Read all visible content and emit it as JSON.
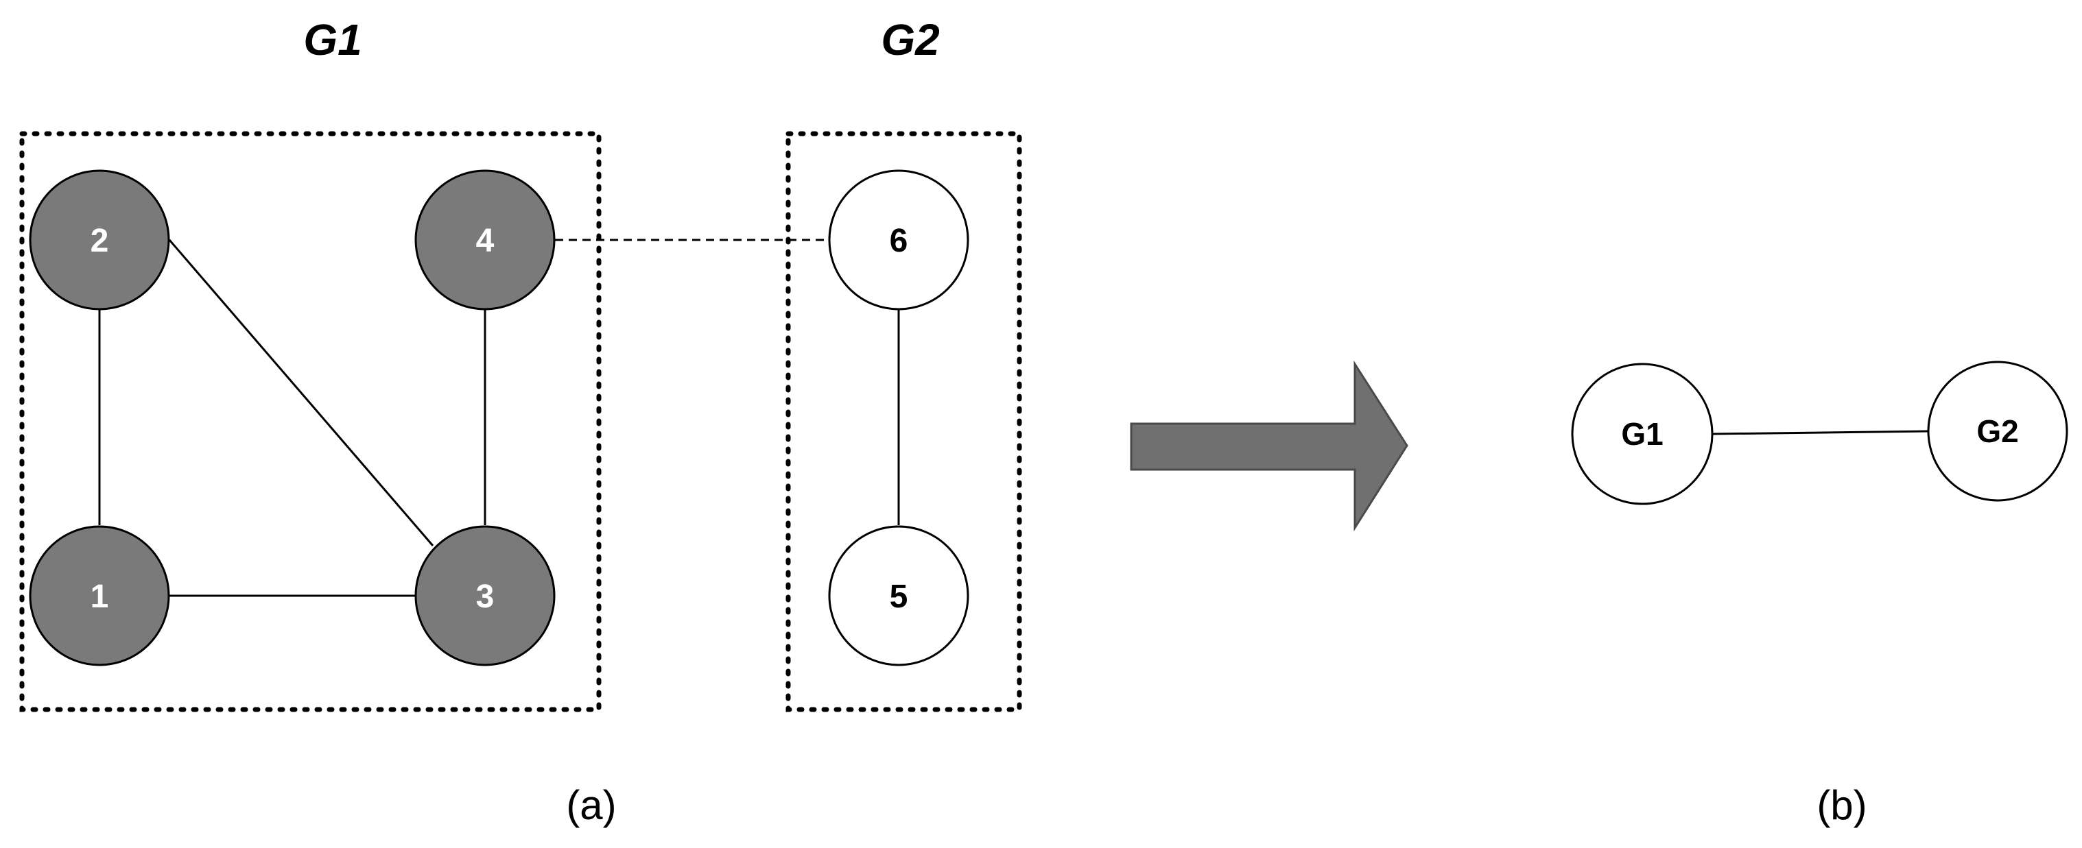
{
  "colors": {
    "shaded_node": "#7a7a7a",
    "plain_node": "#ffffff",
    "stroke": "#000000",
    "shaded_text": "#ffffff",
    "plain_text": "#000000",
    "arrow": "#707070"
  },
  "panel_a": {
    "label": "(a)",
    "groups": [
      {
        "id": "g1",
        "title": "G1"
      },
      {
        "id": "g2",
        "title": "G2"
      }
    ],
    "nodes": [
      {
        "id": "n1",
        "label": "1",
        "style": "shaded",
        "group": "G1"
      },
      {
        "id": "n2",
        "label": "2",
        "style": "shaded",
        "group": "G1"
      },
      {
        "id": "n3",
        "label": "3",
        "style": "shaded",
        "group": "G1"
      },
      {
        "id": "n4",
        "label": "4",
        "style": "shaded",
        "group": "G1"
      },
      {
        "id": "n5",
        "label": "5",
        "style": "plain",
        "group": "G2"
      },
      {
        "id": "n6",
        "label": "6",
        "style": "plain",
        "group": "G2"
      }
    ],
    "edges": [
      {
        "from": "2",
        "to": "1",
        "style": "solid"
      },
      {
        "from": "1",
        "to": "3",
        "style": "solid"
      },
      {
        "from": "2",
        "to": "3",
        "style": "solid"
      },
      {
        "from": "4",
        "to": "3",
        "style": "solid"
      },
      {
        "from": "6",
        "to": "5",
        "style": "solid"
      },
      {
        "from": "4",
        "to": "6",
        "style": "dashed"
      }
    ]
  },
  "transform_arrow": {
    "icon": "right-arrow-icon"
  },
  "panel_b": {
    "label": "(b)",
    "nodes": [
      {
        "id": "s1",
        "label": "G1"
      },
      {
        "id": "s2",
        "label": "G2"
      }
    ],
    "edges": [
      {
        "from": "G1",
        "to": "G2",
        "style": "solid"
      }
    ]
  }
}
